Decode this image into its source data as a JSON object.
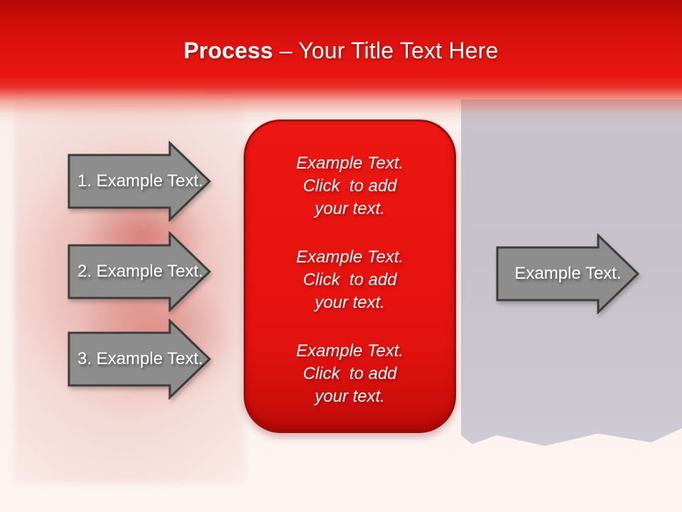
{
  "header": {
    "title_bold": "Process",
    "title_rest": " – Your Title Text Here"
  },
  "steps": [
    {
      "label": "1. Example Text."
    },
    {
      "label": "2. Example Text."
    },
    {
      "label": "3. Example Text."
    }
  ],
  "content_box": {
    "paragraphs": [
      {
        "lines": [
          "Example Text.",
          "Click  to add",
          "your text."
        ]
      },
      {
        "lines": [
          "Example Text.",
          "Click  to add",
          "your text."
        ]
      },
      {
        "lines": [
          "Example Text.",
          "Click  to add",
          "your text."
        ]
      }
    ]
  },
  "output_arrow": {
    "label": "Example Text."
  },
  "colors": {
    "header_red": "#e7160f",
    "box_red": "#e81310",
    "box_border": "#9e0c09",
    "arrow_fill": "#8d8d8d",
    "arrow_border": "#3c3c3c",
    "panel_purple": "#c9c3cd",
    "background_pink": "#fbf1ef",
    "text_white": "#ffffff"
  }
}
